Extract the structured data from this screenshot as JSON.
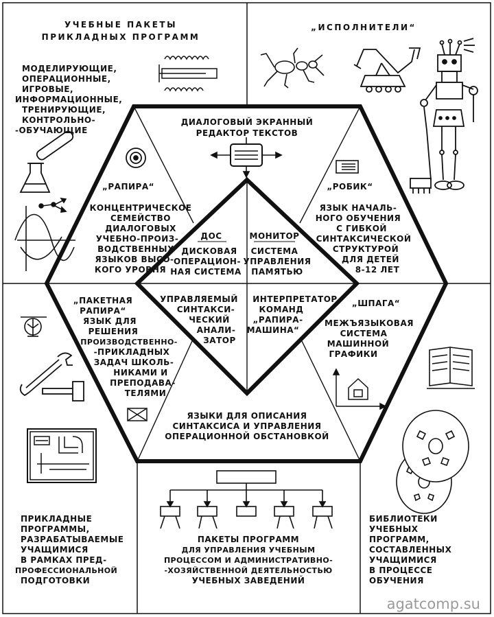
{
  "corners": {
    "top_left": {
      "title": [
        "УЧЕБНЫЕ ПАКЕТЫ",
        "ПРИКЛАДНЫХ ПРОГРАММ"
      ],
      "lines": [
        "МОДЕЛИРУЮЩИЕ,",
        "ОПЕРАЦИОННЫЕ,",
        "ИГРОВЫЕ,",
        "ИНФОРМАЦИОННЫЕ,",
        "ТРЕНИРУЮЩИЕ,",
        "КОНТРОЛЬНО-",
        "-ОБУЧАЮЩИЕ"
      ]
    },
    "top_right": {
      "title": "„ИСПОЛНИТЕЛИ“"
    },
    "bottom_left": {
      "lines": [
        "ПРИКЛАДНЫЕ",
        "ПРОГРАММЫ,",
        "РАЗРАБАТЫВАЕМЫЕ",
        "УЧАЩИМИСЯ",
        "В РАМКАХ ПРЕД-",
        "ПРОФЕССИОНАЛЬНОЙ",
        "ПОДГОТОВКИ"
      ]
    },
    "bottom_center": {
      "lines": [
        "ПАКЕТЫ ПРОГРАММ",
        "ДЛЯ УПРАВЛЕНИЯ УЧЕБНЫМ",
        "ПРОЦЕССОМ И АДМИНИСТРАТИВНО-",
        "-ХОЗЯЙСТВЕННОЙ ДЕЯТЕЛЬНОСТЬЮ",
        "УЧЕБНЫХ ЗАВЕДЕНИЙ"
      ]
    },
    "bottom_right": {
      "lines": [
        "БИБЛИОТЕКИ",
        "УЧЕБНЫХ",
        "ПРОГРАММ,",
        "СОСТАВЛЕННЫХ",
        "УЧАЩИМИСЯ",
        "В ПРОЦЕССЕ",
        "ОБУЧЕНИЯ"
      ]
    }
  },
  "hexagon": {
    "top": [
      "ДИАЛОГОВЫЙ ЭКРАННЫЙ",
      "РЕДАКТОР ТЕКСТОВ"
    ],
    "upper_left": {
      "name": "„РАПИРА“",
      "lines": [
        "КОНЦЕНТРИЧЕСКОЕ",
        "СЕМЕЙСТВО",
        "ДИАЛОГОВЫХ",
        "УЧЕБНО-ПРОИЗ-",
        "ВОДСТВЕННЫХ",
        "ЯЗЫКОВ ВЫСО-",
        "КОГО УРОВНЯ"
      ]
    },
    "upper_right": {
      "name": "„РОБИК“",
      "lines": [
        "ЯЗЫК НАЧАЛЬ-",
        "НОГО ОБУЧЕНИЯ",
        "С ГИБКОЙ",
        "СИНТАКСИЧЕСКОЙ",
        "СТРУКТУРОЙ",
        "ДЛЯ ДЕТЕЙ",
        "8-12 ЛЕТ"
      ]
    },
    "lower_left": {
      "name": [
        "„ПАКЕТНАЯ",
        "РАПИРА“"
      ],
      "lines": [
        "ЯЗЫК ДЛЯ",
        "РЕШЕНИЯ",
        "ПРОИЗВОДСТВЕННО-",
        "-ПРИКЛАДНЫХ",
        "ЗАДАЧ ШКОЛЬ-",
        "НИКАМИ И",
        "ПРЕПОДАВА-",
        "ТЕЛЯМИ"
      ]
    },
    "lower_right": {
      "name": "„ШПАГА“",
      "lines": [
        "МЕЖЪЯЗЫКОВАЯ",
        "СИСТЕМА",
        "МАШИННОЙ",
        "ГРАФИКИ"
      ]
    },
    "bottom": [
      "ЯЗЫКИ ДЛЯ ОПИСАНИЯ",
      "СИНТАКСИСА И УПРАВЛЕНИЯ",
      "ОПЕРАЦИОННОЙ ОБСТАНОВКОЙ"
    ]
  },
  "diamond": {
    "top_left": {
      "name": "ДОС",
      "lines": [
        "ДИСКОВАЯ",
        "ОПЕРАЦИОН-",
        "НАЯ СИСТЕМА"
      ]
    },
    "top_right": {
      "name": "МОНИТОР",
      "lines": [
        "СИСТЕМА",
        "УПРАВЛЕНИЯ",
        "ПАМЯТЬЮ"
      ]
    },
    "bottom_left": {
      "lines": [
        "УПРАВЛЯЕМЫЙ",
        "СИНТАКСИ-",
        "ЧЕСКИЙ",
        "АНАЛИ-",
        "ЗАТОР"
      ]
    },
    "bottom_right": {
      "lines": [
        "ИНТЕРПРЕТАТОР",
        "КОМАНД",
        "„РАПИРА-",
        "МАШИНА“"
      ]
    }
  },
  "watermark": "agatcomp.su",
  "icons": [
    "robot-icon",
    "insect-robot-icon",
    "tank-robot-icon",
    "flask-icon",
    "graph-icon",
    "target-icon",
    "terminal-icon",
    "wrench-icon",
    "hammer-icon",
    "circuit-icon",
    "blueprint-icon",
    "book-icon",
    "house-graph-icon",
    "disk-icon",
    "org-chart-icon"
  ]
}
